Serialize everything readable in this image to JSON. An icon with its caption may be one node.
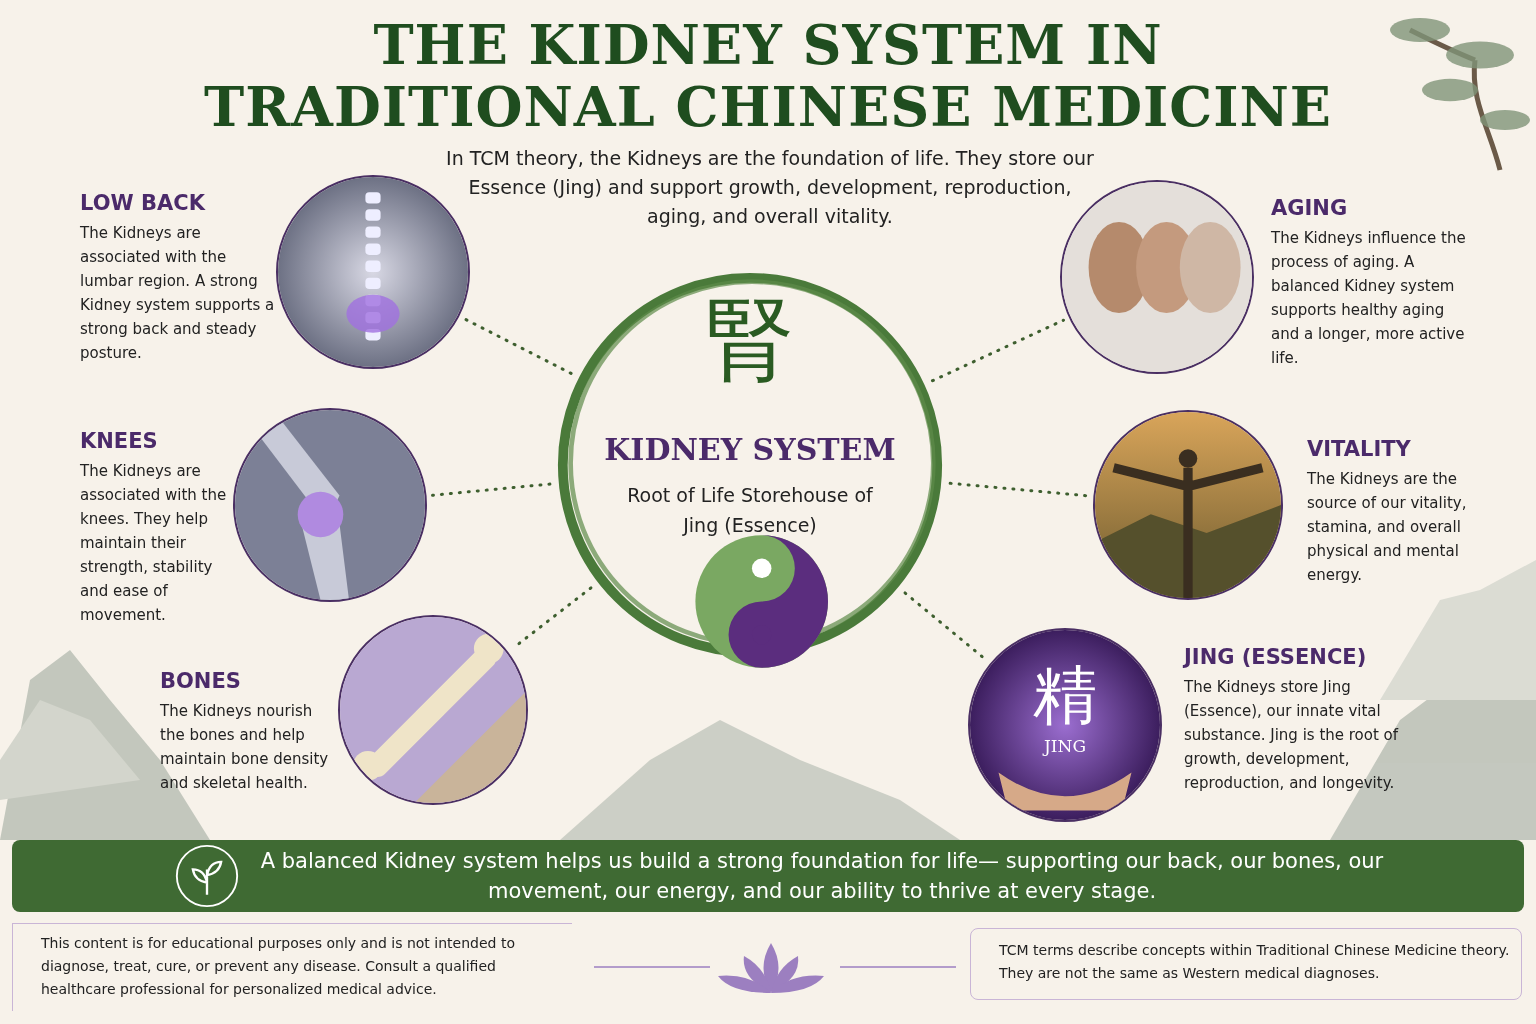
{
  "diagram": {
    "title": "THE KIDNEY SYSTEM IN TRADITIONAL CHINESE MEDICINE",
    "nodes": [
      {
        "text": [
          "腎",
          "KIDNEY SYSTEM",
          "Root of Life Storehouse of Jing (Essence)"
        ]
      },
      {
        "text": [],
        "shape": "picture",
        "beside": [
          "LOW BACK",
          "The Kidneys are associated with the lumbar region. A strong Kidney system supports a strong back and steady posture."
        ]
      },
      {
        "text": [],
        "shape": "picture",
        "beside": [
          "KNEES",
          "The Kidneys are associated with the knees. They help maintain their strength, stability and ease of movement."
        ]
      },
      {
        "text": [],
        "shape": "picture",
        "beside": [
          "BONES",
          "The Kidneys nourish the bones and help maintain bone density and skeletal health."
        ]
      },
      {
        "text": [],
        "shape": "picture",
        "beside": [
          "AGING",
          "The Kidneys influence the process of aging. A balanced Kidney system supports healthy aging and a longer, more active life."
        ]
      },
      {
        "text": [],
        "shape": "picture",
        "beside": [
          "VITALITY",
          "The Kidneys are the source of our vitality, stamina, and overall physical and mental energy."
        ]
      },
      {
        "text": [
          "精",
          "JING"
        ],
        "beside": [
          "JING (ESSENCE)",
          "The Kidneys store Jing (Essence), our innate vital substance. Jing is the root of growth, development, reproduction, and longevity."
        ]
      },
      {
        "text": [
          "A balanced Kidney system helps us build a strong foundation for life— supporting our back, our bones, our movement, our energy, and our ability to thrive at every stage."
        ]
      },
      {
        "text": [
          "This content is for educational purposes only and is not intended to diagnose, treat, cure, or prevent any disease. Consult a qualified healthcare professional for personalized medical advice."
        ]
      },
      {
        "text": [
          "TCM terms describe concepts within Traditional Chinese Medicine theory. They are not the same as Western medical diagnoses."
        ]
      }
    ],
    "edges": [
      {
        "from": 0,
        "to": 1,
        "arrow": "none",
        "style": "dashed"
      },
      {
        "from": 0,
        "to": 2,
        "arrow": "none",
        "style": "dashed"
      },
      {
        "from": 0,
        "to": 3,
        "arrow": "none",
        "style": "dashed"
      },
      {
        "from": 0,
        "to": 4,
        "arrow": "none",
        "style": "dashed"
      },
      {
        "from": 0,
        "to": 5,
        "arrow": "none",
        "style": "dashed"
      },
      {
        "from": 0,
        "to": 6,
        "arrow": "none",
        "style": "dashed"
      }
    ],
    "labels": [
      "In TCM theory, the Kidneys are the foundation of life. They store our Essence (Jing) and support growth, development, reproduction, aging, and overall vitality."
    ]
  }
}
